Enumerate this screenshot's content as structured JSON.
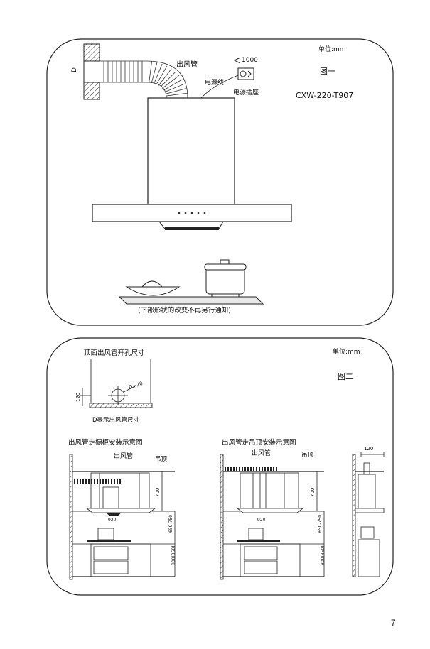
{
  "panel1": {
    "unit": "单位:mm",
    "figure": "图一",
    "model": "CXW-220-T907",
    "duct_label": "出风管",
    "d_label": "D",
    "cord_length": "1000",
    "cord_label": "电源线",
    "socket_label": "电源插座",
    "note": "(下部形状的改变不再另行通知)"
  },
  "panel2": {
    "unit": "单位:mm",
    "figure": "图二",
    "hole_title": "顶面出风管开孔尺寸",
    "hole_dim_d": "D+20",
    "hole_dim_120": "120",
    "hole_caption": "D表示出风管尺寸",
    "diag_a": {
      "title": "出风管走橱柜安装示意图",
      "duct": "出风管",
      "ceiling": "吊顶",
      "h_700": "700",
      "h_650": "650-750",
      "h_800": "800(850)",
      "w_920": "920"
    },
    "diag_b": {
      "title": "出风管走吊顶安装示意图",
      "duct": "出风管",
      "ceiling": "吊顶",
      "h_700": "700",
      "h_650": "650-750",
      "h_800": "800(850)",
      "w_920": "920"
    },
    "side_dim": "120"
  },
  "page_number": "7"
}
